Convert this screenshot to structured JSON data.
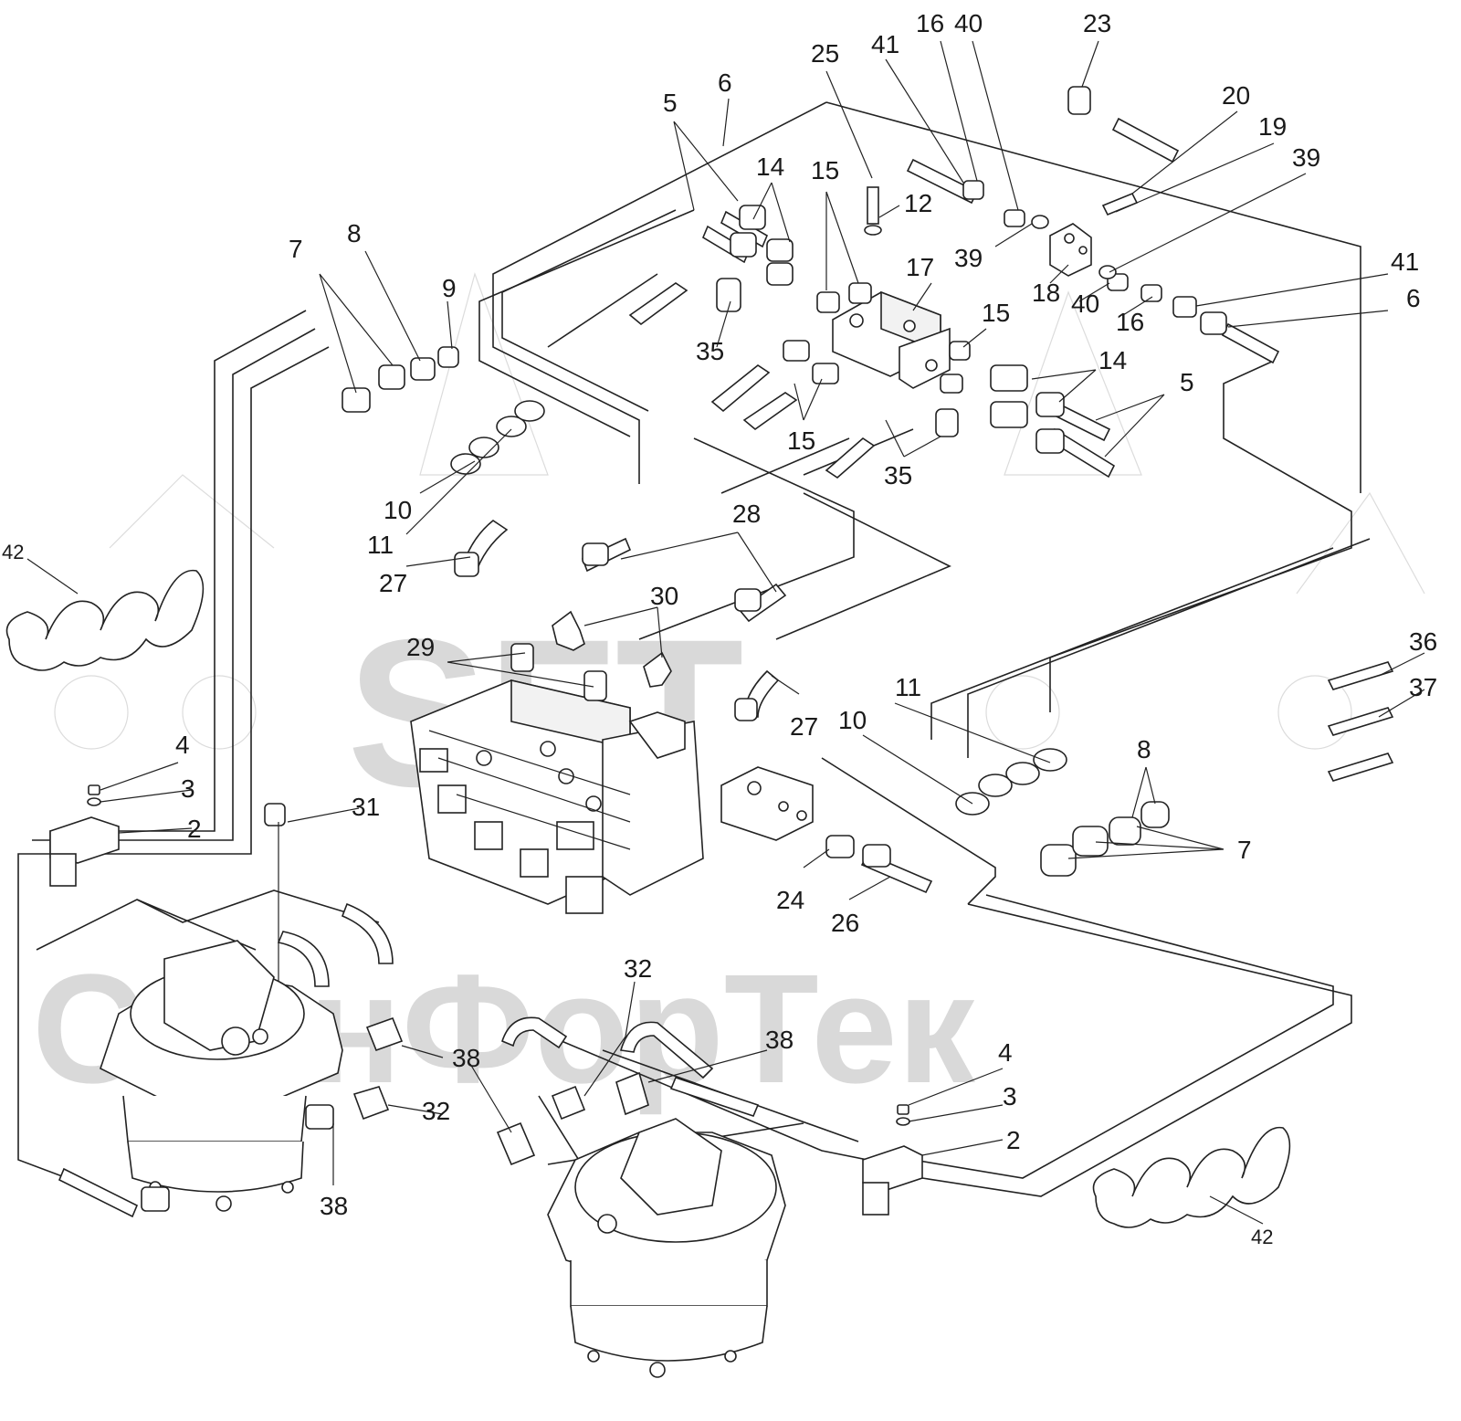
{
  "watermark": {
    "logo_text": "SFT",
    "company_text": "СканФорТек",
    "color": "#d9d9d9"
  },
  "callouts": {
    "c5a": "5",
    "c6a": "6",
    "c14a": "14",
    "c15a": "15",
    "c25": "25",
    "c12": "12",
    "c41a": "41",
    "c16a": "16",
    "c40a": "40",
    "c23": "23",
    "c20": "20",
    "c19": "19",
    "c39a": "39",
    "c39b": "39",
    "c17": "17",
    "c18": "18",
    "c40b": "40",
    "c16b": "16",
    "c41b": "41",
    "c6b": "6",
    "c15b": "15",
    "c14b": "14",
    "c5b": "5",
    "c35a": "35",
    "c15c": "15",
    "c35b": "35",
    "c7a": "7",
    "c8a": "8",
    "c9": "9",
    "c10a": "10",
    "c11a": "11",
    "c42a": "42",
    "c27a": "27",
    "c28": "28",
    "c30": "30",
    "c29": "29",
    "c27b": "27",
    "c11b": "11",
    "c10b": "10",
    "c36": "36",
    "c37": "37",
    "c8b": "8",
    "c7b": "7",
    "c4a": "4",
    "c3a": "3",
    "c2a": "2",
    "c31": "31",
    "c24": "24",
    "c26": "26",
    "c32a": "32",
    "c38a": "38",
    "c38b": "38",
    "c32b": "32",
    "c38c": "38",
    "c4b": "4",
    "c3b": "3",
    "c2b": "2",
    "c42b": "42"
  }
}
